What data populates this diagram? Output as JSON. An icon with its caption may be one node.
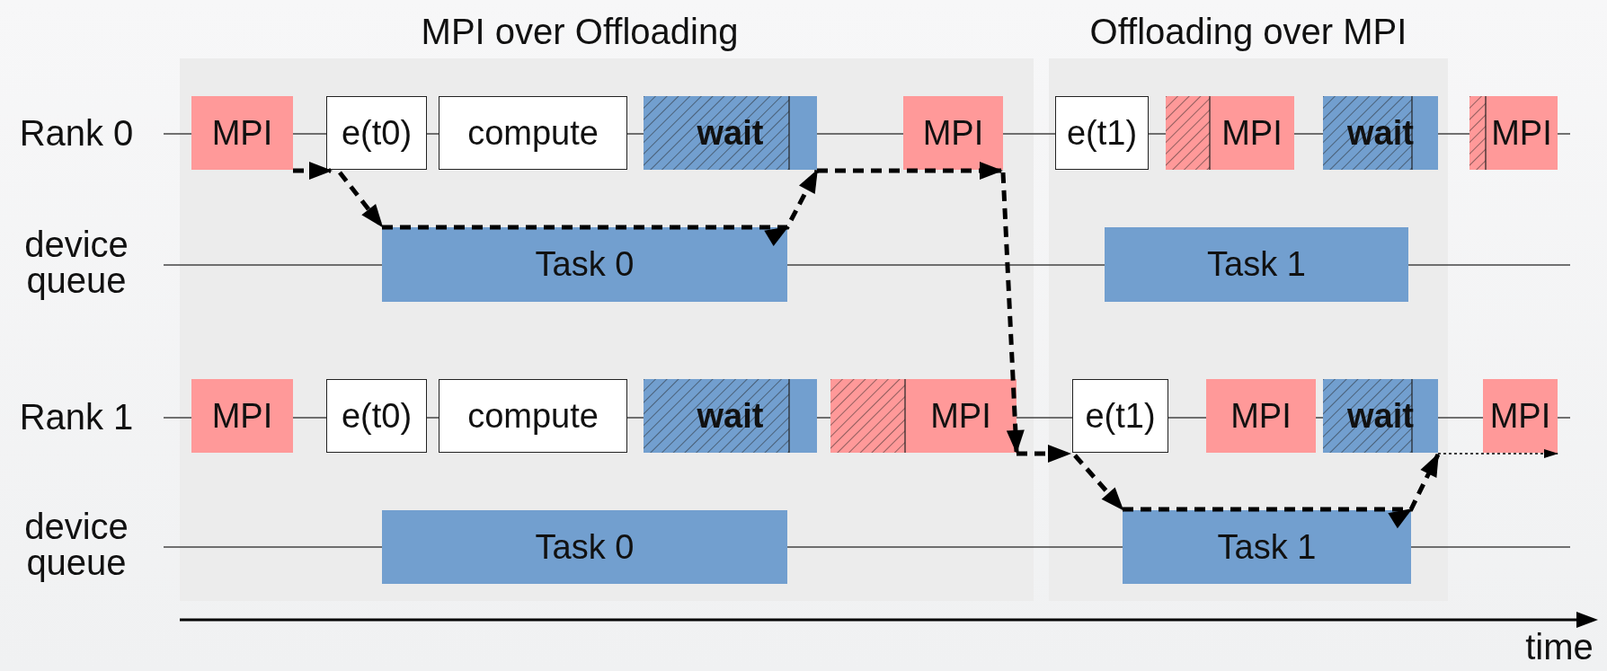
{
  "diagram": {
    "nodes": [
      {
        "text": [
          "MPI over Offloading"
        ]
      },
      {
        "text": [
          "Offloading over MPI"
        ]
      },
      {
        "text": [
          "MPI"
        ],
        "in": 0
      },
      {
        "text": [
          "e(t0)"
        ],
        "in": 0
      },
      {
        "text": [
          "compute"
        ],
        "in": 0
      },
      {
        "text": [
          "wait"
        ],
        "in": 0
      },
      {
        "text": [
          "MPI"
        ],
        "in": 0
      },
      {
        "text": [
          "e(t1)"
        ],
        "in": 1
      },
      {
        "text": [
          "MPI"
        ],
        "in": 1
      },
      {
        "text": [
          "wait"
        ],
        "in": 1
      },
      {
        "text": [
          "MPI"
        ]
      },
      {
        "text": [
          "Task 0"
        ],
        "in": 0
      },
      {
        "text": [
          "Task 1"
        ],
        "in": 1
      },
      {
        "text": [
          "MPI"
        ],
        "in": 0
      },
      {
        "text": [
          "e(t0)"
        ],
        "in": 0
      },
      {
        "text": [
          "compute"
        ],
        "in": 0
      },
      {
        "text": [
          "wait"
        ],
        "in": 0
      },
      {
        "text": [
          "MPI"
        ],
        "in": 0
      },
      {
        "text": [
          "e(t1)"
        ],
        "in": 1
      },
      {
        "text": [
          "MPI"
        ],
        "in": 1
      },
      {
        "text": [
          "wait"
        ],
        "in": 1
      },
      {
        "text": [
          "MPI"
        ]
      },
      {
        "text": [
          "Task 0"
        ],
        "in": 0
      },
      {
        "text": [
          "Task 1"
        ],
        "in": 1
      }
    ],
    "edges": [
      {
        "from": 2,
        "to": 3,
        "arrow": "to",
        "style": "dashed"
      },
      {
        "from": 3,
        "to": 11,
        "arrow": "to",
        "style": "dashed"
      },
      {
        "from": 11,
        "to": 5,
        "arrow": "to",
        "style": "dashed"
      },
      {
        "from": 5,
        "to": 6,
        "arrow": "to",
        "style": "dashed"
      },
      {
        "from": 6,
        "to": 17,
        "arrow": "to",
        "style": "dashed"
      },
      {
        "from": 17,
        "to": 18,
        "arrow": "to",
        "style": "dashed"
      },
      {
        "from": 18,
        "to": 23,
        "arrow": "to",
        "style": "dashed"
      },
      {
        "from": 23,
        "to": 20,
        "arrow": "to",
        "style": "dashed"
      },
      {
        "from": 20,
        "to": 21,
        "arrow": "to"
      }
    ],
    "labels": [
      "Rank 0",
      "device queue",
      "Rank 1",
      "device queue",
      "time"
    ]
  }
}
